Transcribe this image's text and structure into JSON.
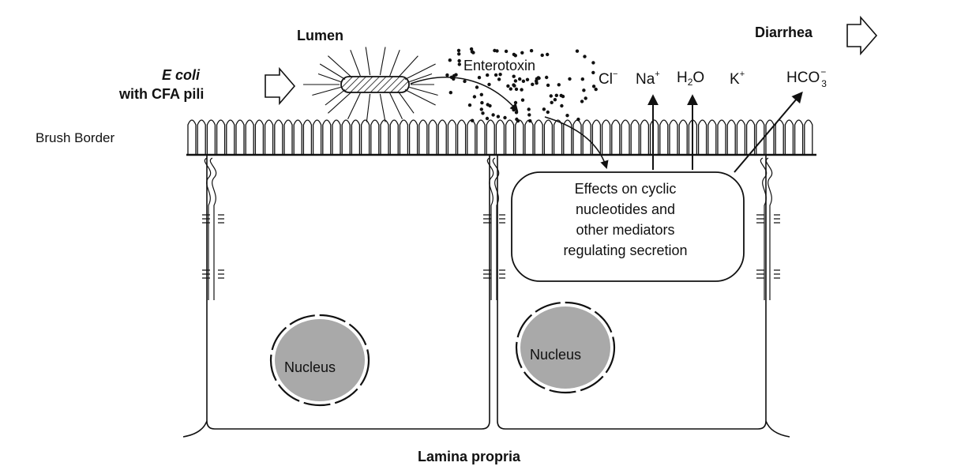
{
  "labels": {
    "lumen": "Lumen",
    "diarrhea": "Diarrhea",
    "ecoli_line1": "E coli",
    "ecoli_line2": "with CFA pili",
    "enterotoxin": "Enterotoxin",
    "brush_border": "Brush Border",
    "lamina_propria": "Lamina propria",
    "nucleus_left": "Nucleus",
    "nucleus_right": "Nucleus"
  },
  "ions": {
    "cl_base": "Cl",
    "cl_charge": "−",
    "na_base": "Na",
    "na_charge": "+",
    "h2o_h": "H",
    "h2o_sub": "2",
    "h2o_o": "O",
    "k_base": "K",
    "k_charge": "+",
    "hco3_base": "HCO",
    "hco3_sub": "3",
    "hco3_charge": "−"
  },
  "effects_box": {
    "lines": [
      "Effects on cyclic",
      "nucleotides and",
      "other mediators",
      "regulating secretion"
    ]
  },
  "colors": {
    "nucleus_fill": "#a9a9a9",
    "line": "#111111",
    "background": "#ffffff"
  }
}
